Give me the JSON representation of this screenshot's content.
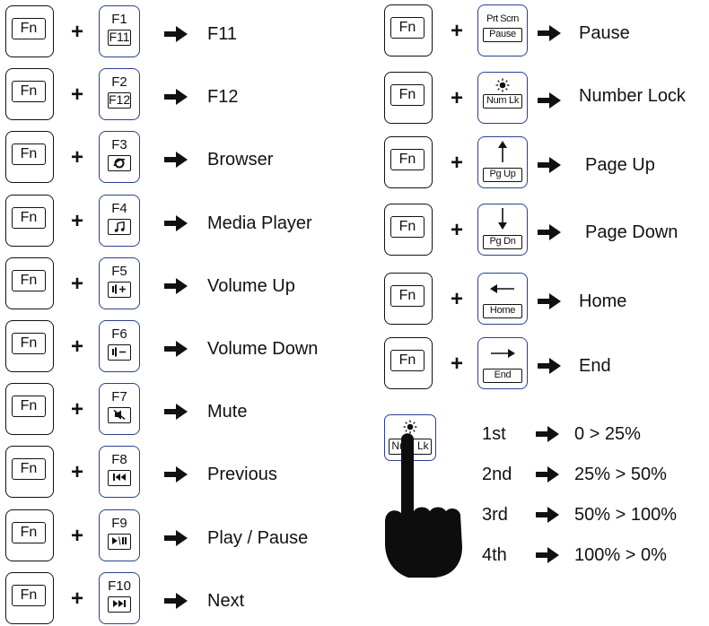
{
  "left_rows": [
    {
      "fn": "Fn",
      "key_top": "F1",
      "key_bottom": "F11",
      "bottom_icon": "",
      "result": "F11"
    },
    {
      "fn": "Fn",
      "key_top": "F2",
      "key_bottom": "F12",
      "bottom_icon": "",
      "result": "F12"
    },
    {
      "fn": "Fn",
      "key_top": "F3",
      "key_bottom": "",
      "bottom_icon": "browser-icon",
      "result": "Browser"
    },
    {
      "fn": "Fn",
      "key_top": "F4",
      "key_bottom": "",
      "bottom_icon": "music-note-icon",
      "result": "Media Player"
    },
    {
      "fn": "Fn",
      "key_top": "F5",
      "key_bottom": "",
      "bottom_icon": "volume-up-icon",
      "result": "Volume Up"
    },
    {
      "fn": "Fn",
      "key_top": "F6",
      "key_bottom": "",
      "bottom_icon": "volume-down-icon",
      "result": "Volume Down"
    },
    {
      "fn": "Fn",
      "key_top": "F7",
      "key_bottom": "",
      "bottom_icon": "mute-icon",
      "result": "Mute"
    },
    {
      "fn": "Fn",
      "key_top": "F8",
      "key_bottom": "",
      "bottom_icon": "previous-track-icon",
      "result": "Previous"
    },
    {
      "fn": "Fn",
      "key_top": "F9",
      "key_bottom": "",
      "bottom_icon": "play-pause-icon",
      "result": "Play / Pause"
    },
    {
      "fn": "Fn",
      "key_top": "F10",
      "key_bottom": "",
      "bottom_icon": "next-track-icon",
      "result": "Next"
    }
  ],
  "right_rows": [
    {
      "fn": "Fn",
      "key_top": "Prt Scrn",
      "key_bottom": "Pause",
      "top_icon": "",
      "result": "Pause"
    },
    {
      "fn": "Fn",
      "key_top": "",
      "key_bottom": "Num Lk",
      "top_icon": "brightness-icon",
      "result": "Number Lock"
    },
    {
      "fn": "Fn",
      "key_top": "",
      "key_bottom": "Pg Up",
      "top_icon": "arrow-up-icon",
      "result": "Page Up"
    },
    {
      "fn": "Fn",
      "key_top": "",
      "key_bottom": "Pg Dn",
      "top_icon": "arrow-down-icon",
      "result": "Page Down"
    },
    {
      "fn": "Fn",
      "key_top": "",
      "key_bottom": "Home",
      "top_icon": "arrow-left-icon",
      "result": "Home"
    },
    {
      "fn": "Fn",
      "key_top": "",
      "key_bottom": "End",
      "top_icon": "arrow-right-icon",
      "result": "End"
    }
  ],
  "plus_symbol": "+",
  "brightness_key": {
    "label": "Num Lk",
    "icon": "brightness-icon",
    "pointer_icon": "pointing-hand-icon"
  },
  "brightness_levels": [
    {
      "press": "1st",
      "result": "0 > 25%"
    },
    {
      "press": "2nd",
      "result": "25% > 50%"
    },
    {
      "press": "3rd",
      "result": "50% > 100%"
    },
    {
      "press": "4th",
      "result": "100% > 0%"
    }
  ],
  "colors": {
    "key_border_accent": "#2b3f8f",
    "ink": "#111111"
  }
}
